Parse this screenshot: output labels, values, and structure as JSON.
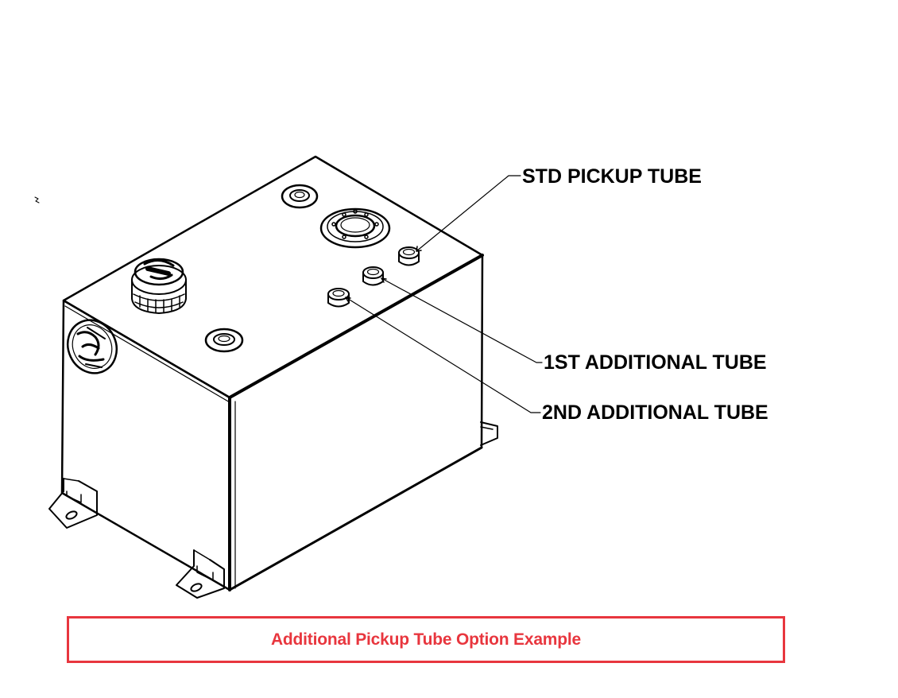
{
  "callouts": {
    "std": "STD PICKUP TUBE",
    "first": "1ST ADDITIONAL TUBE",
    "second": "2ND ADDITIONAL TUBE"
  },
  "caption": "Additional Pickup Tube Option Example",
  "colors": {
    "line": "#000000",
    "caption_accent": "#e8363e",
    "background": "#ffffff"
  }
}
